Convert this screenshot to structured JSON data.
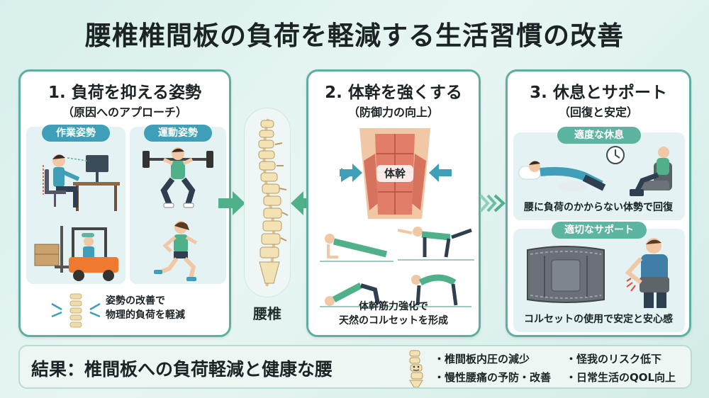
{
  "title": "腰椎椎間板の負荷を軽減する生活習慣の改善",
  "colors": {
    "accent": "#5faea3",
    "pill_blue": "#3f9fb8",
    "pill_green": "#5cb5a1",
    "arrow": "#4fb08a"
  },
  "panel1": {
    "title": "1. 負荷を抑える姿勢",
    "subtitle": "（原因へのアプローチ）",
    "tag_work": "作業姿勢",
    "tag_exercise": "運動姿勢",
    "caption_line1": "姿勢の改善で",
    "caption_line2": "物理的負荷を軽減"
  },
  "panel2": {
    "title": "2. 体幹を強くする",
    "subtitle": "（防御力の向上）",
    "core_label": "体幹",
    "caption_line1": "体幹筋力強化で",
    "caption_line2": "天然のコルセットを形成"
  },
  "spine_label": "腰椎",
  "panel3": {
    "title": "3. 休息とサポート",
    "subtitle": "（回復と安定）",
    "tag_rest": "適度な休息",
    "rest_caption": "腰に負荷のかからない体勢で回復",
    "tag_support": "適切なサポート",
    "support_caption": "コルセットの使用で安定と安心感"
  },
  "result": {
    "title": "結果：椎間板への負荷軽減と健康な腰",
    "bullets": [
      "・椎間板内圧の減少",
      "・怪我のリスク低下",
      "・慢性腰痛の予防・改善",
      "・日常生活のQOL向上"
    ]
  }
}
